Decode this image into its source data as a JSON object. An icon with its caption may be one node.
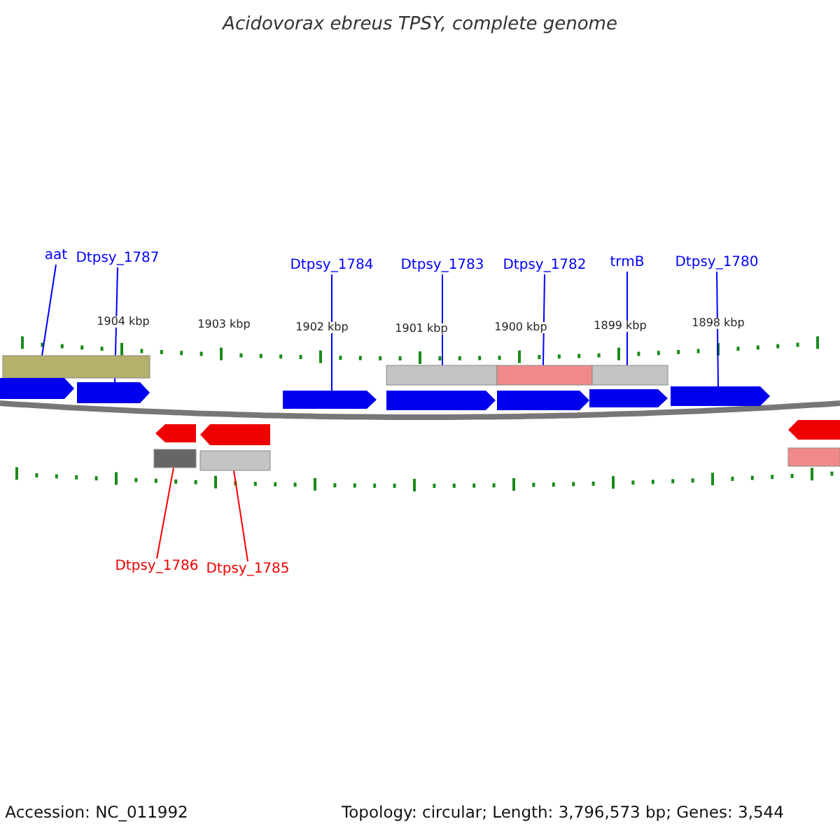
{
  "diagram": {
    "title": "Acidovorax ebreus TPSY, complete genome",
    "nodes": [
      {
        "text": [
          "aat"
        ]
      },
      {
        "text": [
          "Dtpsy_1787"
        ]
      },
      {
        "text": [
          "Dtpsy_1784"
        ]
      },
      {
        "text": [
          "Dtpsy_1783"
        ]
      },
      {
        "text": [
          "Dtpsy_1782"
        ]
      },
      {
        "text": [
          "trmB"
        ]
      },
      {
        "text": [
          "Dtpsy_1780"
        ]
      },
      {
        "text": [
          "Dtpsy_1786"
        ]
      },
      {
        "text": [
          "Dtpsy_1785"
        ]
      },
      {
        "text": [],
        "shape": "bar"
      },
      {
        "text": [],
        "shape": "bar"
      },
      {
        "text": [],
        "shape": "bar"
      },
      {
        "text": [],
        "shape": "bar"
      },
      {
        "text": [],
        "shape": "pentagon"
      },
      {
        "text": [],
        "shape": "pentagon"
      },
      {
        "text": [],
        "shape": "pentagon"
      },
      {
        "text": [],
        "shape": "pentagon"
      },
      {
        "text": [],
        "shape": "pentagon"
      },
      {
        "text": [],
        "shape": "pentagon"
      },
      {
        "text": [],
        "shape": "pentagon"
      },
      {
        "text": [],
        "shape": "pentagon"
      },
      {
        "text": [],
        "shape": "pentagon"
      },
      {
        "text": [],
        "shape": "pentagon"
      },
      {
        "text": [],
        "shape": "bar"
      },
      {
        "text": [],
        "shape": "bar"
      },
      {
        "text": [],
        "shape": "bar"
      }
    ],
    "edges": [
      {
        "from": 0,
        "to": 9,
        "arrow": "none"
      },
      {
        "from": 1,
        "to": 14,
        "arrow": "none"
      },
      {
        "from": 2,
        "to": 15,
        "arrow": "none"
      },
      {
        "from": 3,
        "to": 10,
        "arrow": "none"
      },
      {
        "from": 4,
        "to": 11,
        "arrow": "none"
      },
      {
        "from": 5,
        "to": 12,
        "arrow": "none"
      },
      {
        "from": 6,
        "to": 19,
        "arrow": "none"
      },
      {
        "from": 7,
        "to": 23,
        "arrow": "none",
        "color": "#ff0000"
      },
      {
        "from": 8,
        "to": 24,
        "arrow": "none",
        "color": "#ff0000"
      }
    ],
    "labels": [
      "1904 kbp",
      "1903 kbp",
      "1902 kbp",
      "1901 kbp",
      "1900 kbp",
      "1899 kbp",
      "1898 kbp",
      "Accession: NC_011992",
      "Topology: circular; Length: 3,796,573 bp; Genes: 3,544"
    ]
  }
}
